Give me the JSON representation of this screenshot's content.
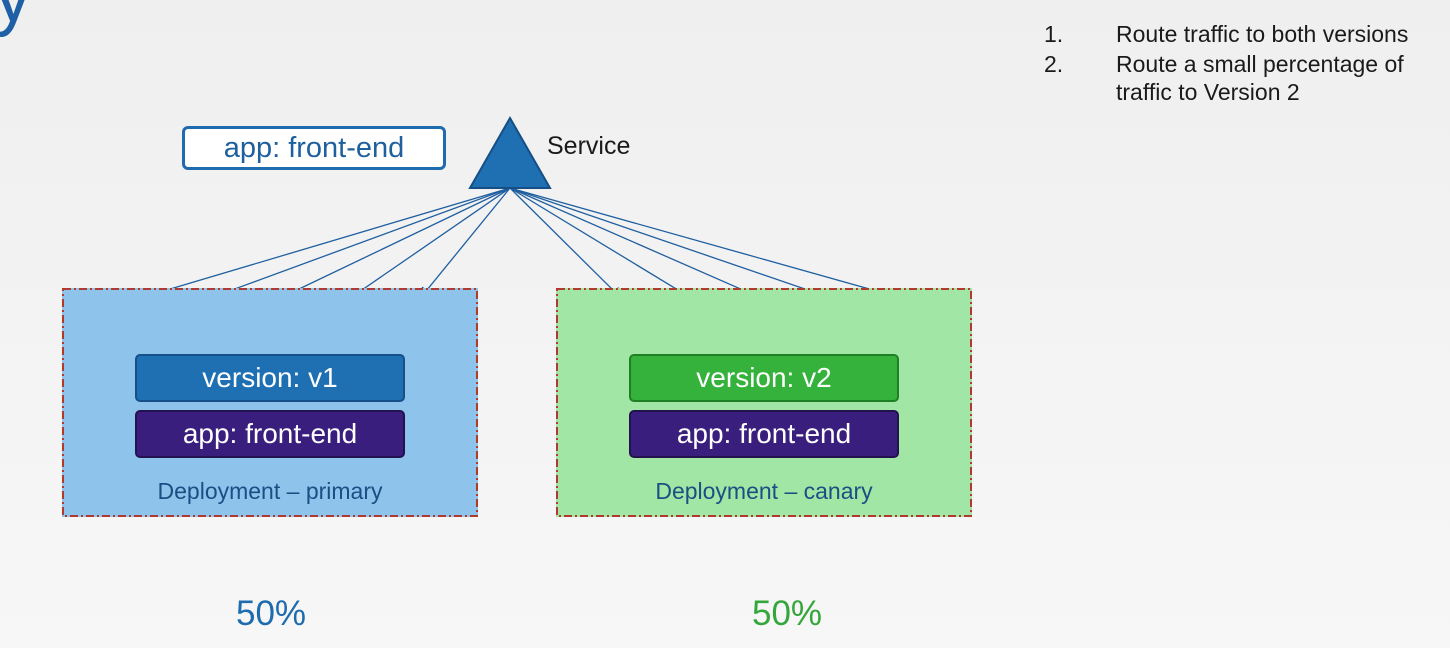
{
  "corner_glyph": "y",
  "service": {
    "selector_label": "app: front-end",
    "label": "Service"
  },
  "deployments": [
    {
      "version_label": "version: v1",
      "app_label": "app: front-end",
      "caption": "Deployment – primary",
      "percent": "50%",
      "pod_count": 5,
      "colors": {
        "box": "#8ec3ec",
        "pod": "#4a97d6",
        "version": "#1f6fb3"
      }
    },
    {
      "version_label": "version: v2",
      "app_label": "app: front-end",
      "caption": "Deployment – canary",
      "percent": "50%",
      "pod_count": 5,
      "colors": {
        "box": "#a1e6a4",
        "pod": "#5bb863",
        "version": "#34b23b"
      }
    }
  ],
  "steps": [
    {
      "num": "1.",
      "text": "Route traffic to both versions"
    },
    {
      "num": "2.",
      "text": "Route a small percentage of traffic to Version 2"
    }
  ],
  "colors": {
    "service_triangle": "#1f6fb3",
    "arrow": "#1f5fa0",
    "dash_border": "#b03a2e",
    "app_pill": "#3a1e7d"
  }
}
